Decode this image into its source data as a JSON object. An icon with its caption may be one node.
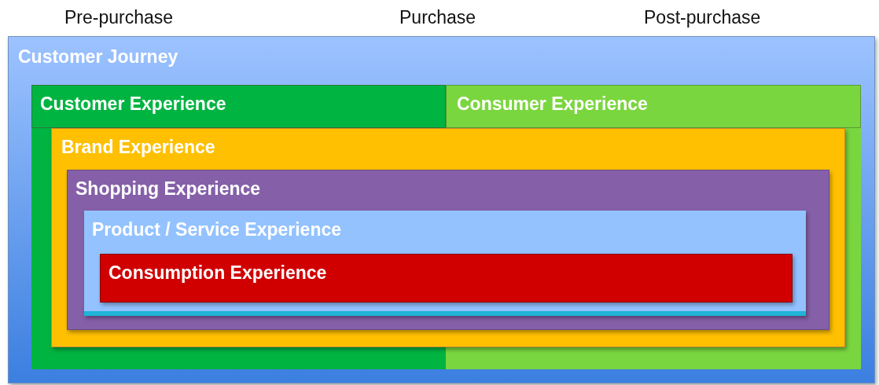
{
  "diagram": {
    "nodes": [
      {
        "text": [
          "Customer Journey"
        ]
      },
      {
        "text": [
          "Customer Experience"
        ],
        "in": 0
      },
      {
        "text": [
          "Consumer Experience"
        ],
        "in": 0
      },
      {
        "text": [
          "Brand Experience"
        ],
        "in": 0
      },
      {
        "text": [
          "Shopping Experience"
        ],
        "in": 3
      },
      {
        "text": [
          "Product / Service Experience"
        ],
        "in": 4
      },
      {
        "text": [
          "Consumption Experience"
        ],
        "in": 5
      }
    ],
    "labels": [
      "Pre-purchase",
      "Purchase",
      "Post-purchase"
    ]
  }
}
